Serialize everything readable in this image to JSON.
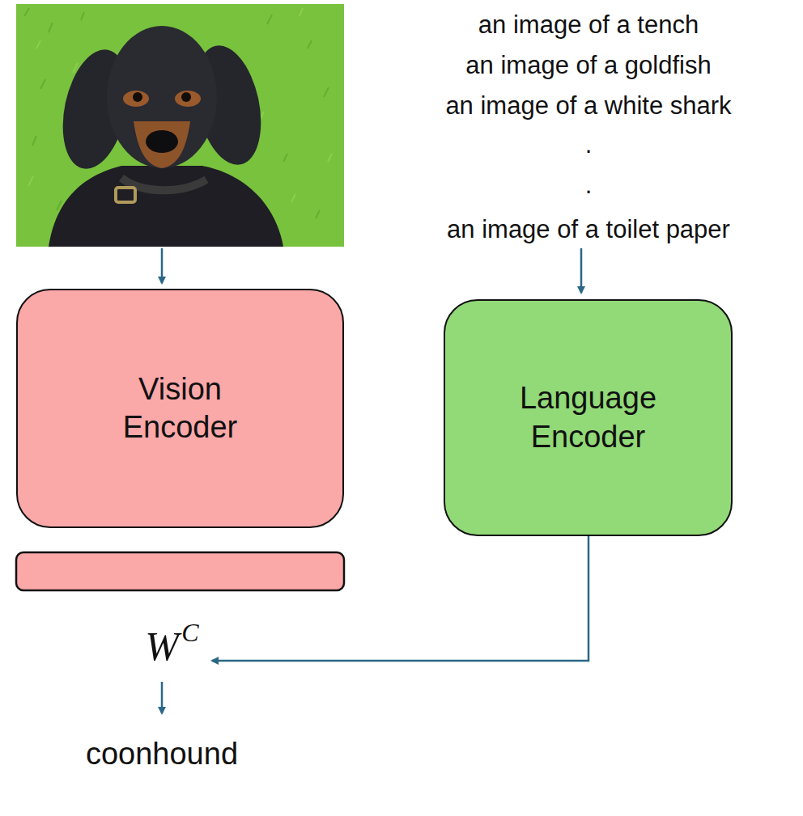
{
  "diagram": {
    "nodes": [
      {
        "text": [
          "Vision Encoder"
        ]
      },
      {
        "text": [
          "Language Encoder"
        ]
      }
    ],
    "labels": [
      "an image of a tench",
      "an image of a goldfish",
      "an image of a white shark",
      ".",
      ".",
      "an image of a toilet paper",
      "W",
      "C",
      "coonhound"
    ]
  }
}
